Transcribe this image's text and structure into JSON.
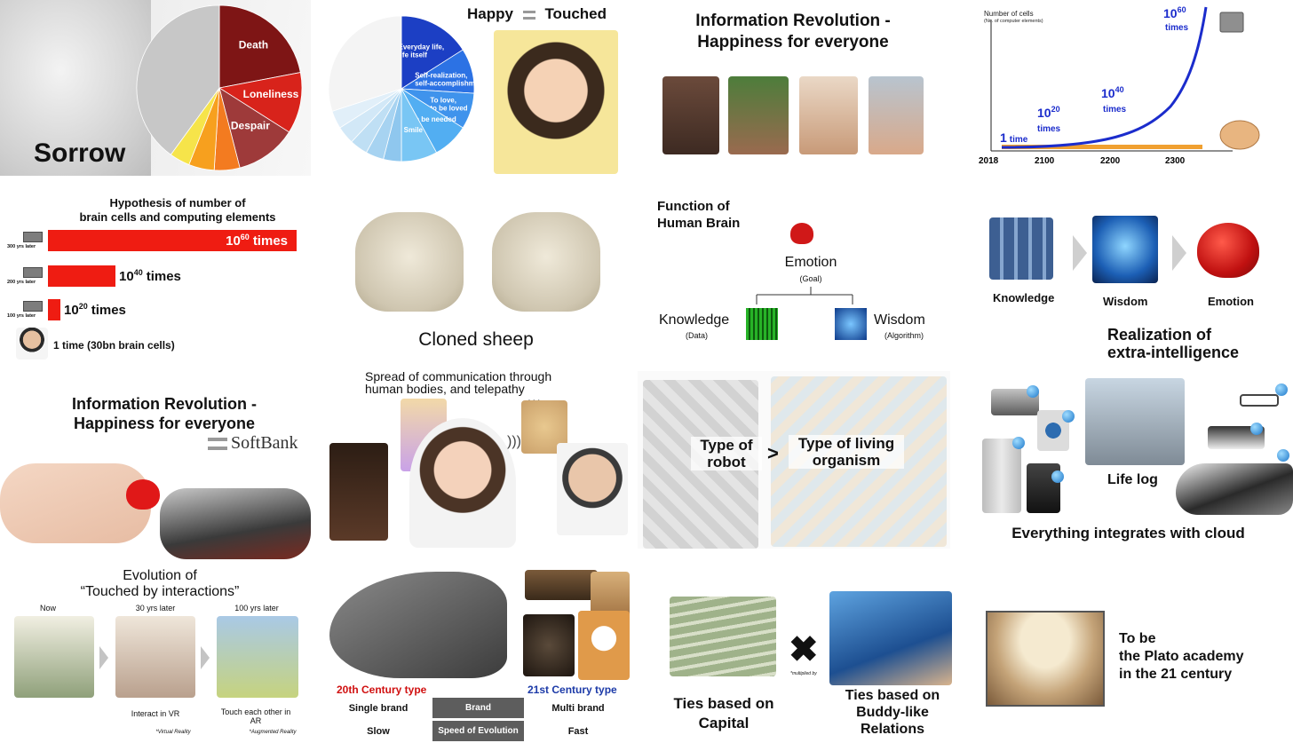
{
  "sorrow": {
    "title": "Sorrow",
    "slices": [
      {
        "label": "Death",
        "value": 22,
        "color": "#7e1515"
      },
      {
        "label": "Loneliness",
        "value": 12,
        "color": "#d8231b"
      },
      {
        "label": "Despair",
        "value": 12,
        "color": "#9e3a3a"
      },
      {
        "label": "",
        "value": 5,
        "color": "#f37b20"
      },
      {
        "label": "",
        "value": 5,
        "color": "#f7a01e"
      },
      {
        "label": "",
        "value": 4,
        "color": "#f6e44a"
      },
      {
        "label": "",
        "value": 40,
        "color": "#c7c7c7"
      }
    ]
  },
  "happy": {
    "title_left": "Happy",
    "title_right": "Touched",
    "slices": [
      {
        "label": "Everyday life, life itself",
        "value": 16,
        "color": "#1c3fc4"
      },
      {
        "label": "Self-realization, self-accomplishment",
        "value": 10,
        "color": "#2c72e4"
      },
      {
        "label": "To love, to be loved",
        "value": 8,
        "color": "#3f93ec"
      },
      {
        "label": "To be needed",
        "value": 8,
        "color": "#52aef2"
      },
      {
        "label": "Smile",
        "value": 8,
        "color": "#79c6f4"
      },
      {
        "label": "",
        "value": 4,
        "color": "#8fc7ee"
      },
      {
        "label": "",
        "value": 4,
        "color": "#a7d3f1"
      },
      {
        "label": "",
        "value": 4,
        "color": "#bfdff4"
      },
      {
        "label": "",
        "value": 4,
        "color": "#d2e8f7"
      },
      {
        "label": "",
        "value": 4,
        "color": "#e1eff9"
      },
      {
        "label": "",
        "value": 30,
        "color": "#f4f4f4"
      }
    ]
  },
  "info_rev_1": {
    "title_line1": "Information Revolution -",
    "title_line2": "Happiness for everyone"
  },
  "growth": {
    "ylabel": "Number of cells",
    "ylabel_sub": "(No. of computer elements)",
    "xticks": [
      "2018",
      "2100",
      "2200",
      "2300"
    ],
    "labels": {
      "one": "1",
      "one_unit": "time",
      "e20": "20",
      "e40": "40",
      "e60": "60",
      "base": "10",
      "times": "times"
    }
  },
  "hypothesis": {
    "title_line1": "Hypothesis of number of",
    "title_line2": "brain cells and computing elements",
    "rows": [
      {
        "side": "300 yrs later",
        "exp": "60",
        "suffix": "times",
        "fill": 1.0
      },
      {
        "side": "200 yrs later",
        "exp": "40",
        "suffix": "times",
        "fill": 0.27
      },
      {
        "side": "100 yrs later",
        "exp": "20",
        "suffix": "times",
        "fill": 0.05
      }
    ],
    "base": "10",
    "last_row": "1 time (30bn brain cells)"
  },
  "sheep": {
    "caption": "Cloned sheep"
  },
  "brain_function": {
    "title_line1": "Function of",
    "title_line2": "Human Brain",
    "emotion": "Emotion",
    "emotion_sub": "(Goal)",
    "knowledge": "Knowledge",
    "knowledge_sub": "(Data)",
    "wisdom": "Wisdom",
    "wisdom_sub": "(Algorithm)"
  },
  "kwe": {
    "knowledge": "Knowledge",
    "wisdom": "Wisdom",
    "emotion": "Emotion"
  },
  "extra": {
    "line1": "Realization of",
    "line2": "extra-intelligence"
  },
  "info_rev_2": {
    "title_line1": "Information Revolution -",
    "title_line2": "Happiness for everyone",
    "brand": "SoftBank"
  },
  "telepathy": {
    "line1": "Spread of communication through",
    "line2": "human bodies, and telepathy"
  },
  "robots": {
    "left_line1": "Type of",
    "left_line2": "robot",
    "op": ">",
    "right_line1": "Type of living",
    "right_line2": "organism"
  },
  "cloud": {
    "lifelog": "Life log",
    "caption": "Everything integrates with cloud"
  },
  "evolution": {
    "title_line1": "Evolution of",
    "title_line2": "“Touched by interactions”",
    "stages": [
      {
        "head": "Now",
        "cap": "",
        "note": ""
      },
      {
        "head": "30 yrs later",
        "cap": "Interact in VR",
        "note": "*Virtual Reality"
      },
      {
        "head": "100 yrs later",
        "cap": "Touch each other in AR",
        "note": "*Augmented Reality"
      }
    ]
  },
  "century": {
    "left_title": "20th Century type",
    "right_title": "21st Century type",
    "rows": [
      {
        "left": "Single brand",
        "mid": "Brand",
        "right": "Multi brand"
      },
      {
        "left": "Slow",
        "mid": "Speed of Evolution",
        "right": "Fast"
      }
    ]
  },
  "ties": {
    "capital_line1": "Ties based on",
    "capital_line2": "Capital",
    "times_note": "*multiplied by",
    "buddy_line1": "Ties based on",
    "buddy_line2": "Buddy-like",
    "buddy_line3": "Relations"
  },
  "plato": {
    "line1": "To be",
    "line2": "the Plato academy",
    "line3": "in the 21 century"
  }
}
